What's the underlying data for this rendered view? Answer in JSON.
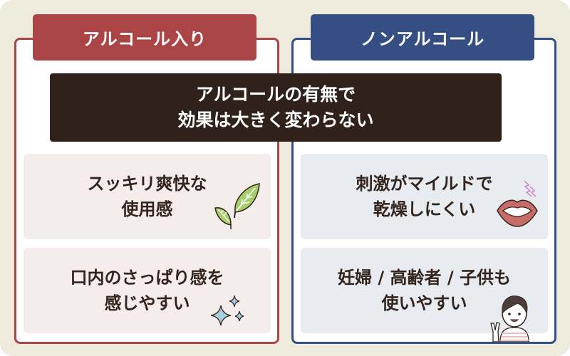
{
  "left": {
    "title": "アルコール入り",
    "accent": "#AB4545",
    "cards": [
      {
        "line1": "スッキリ爽快な",
        "line2": "使用感",
        "icon": "leaf-icon"
      },
      {
        "line1": "口内のさっぱり感を",
        "line2": "感じやすい",
        "icon": "sparkle-icon"
      }
    ]
  },
  "right": {
    "title": "ノンアルコール",
    "accent": "#354F84",
    "cards": [
      {
        "line1": "刺激がマイルドで",
        "line2": "乾燥しにくい",
        "icon": "lips-icon"
      },
      {
        "line1": "妊婦 / 高齢者 / 子供も",
        "line2": "使いやすい",
        "icon": "child-peace-sign-icon"
      }
    ]
  },
  "banner": {
    "line1": "アルコールの有無で",
    "line2": "効果は大きく変わらない",
    "color": "#30211A"
  }
}
